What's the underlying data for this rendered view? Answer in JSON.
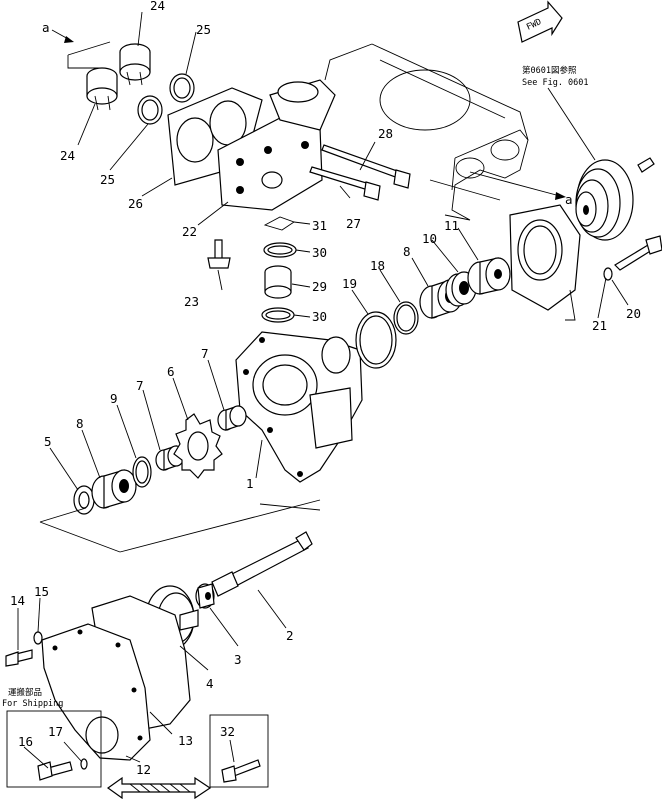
{
  "callouts": {
    "c1": "1",
    "c2": "2",
    "c3": "3",
    "c4": "4",
    "c5": "5",
    "c6": "6",
    "c7a": "7",
    "c7b": "7",
    "c8a": "8",
    "c8b": "8",
    "c9": "9",
    "c10": "10",
    "c11": "11",
    "c12": "12",
    "c13": "13",
    "c14": "14",
    "c15": "15",
    "c16": "16",
    "c17": "17",
    "c18": "18",
    "c19": "19",
    "c20": "20",
    "c21": "21",
    "c22": "22",
    "c23": "23",
    "c24a": "24",
    "c24b": "24",
    "c25a": "25",
    "c25b": "25",
    "c26": "26",
    "c27": "27",
    "c28": "28",
    "c29": "29",
    "c30a": "30",
    "c30b": "30",
    "c31": "31",
    "c32": "32"
  },
  "ref_a_top": "a",
  "ref_a_right": "a",
  "fwd": "FWD",
  "see_fig_jp": "第0601図参照",
  "see_fig_en": "See Fig. 0601",
  "shipping_jp": "運搬部品",
  "shipping_en": "For Shipping"
}
